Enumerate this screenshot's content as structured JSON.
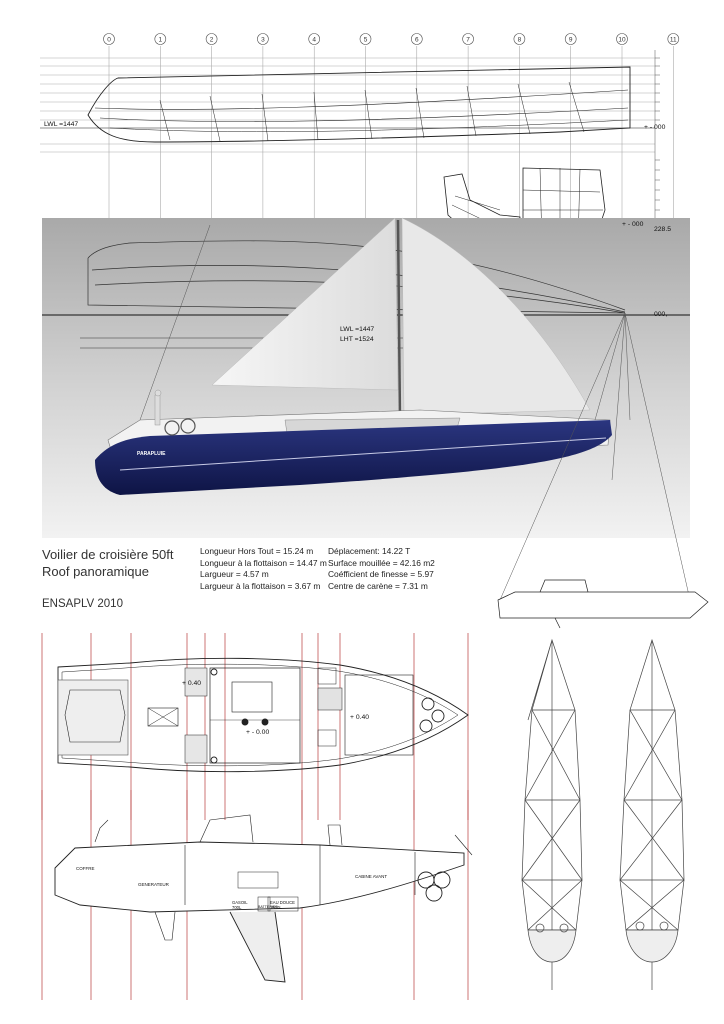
{
  "project": {
    "title_line1": "Voilier de croisière 50ft",
    "title_line2": "Roof panoramique",
    "school": "ENSAPLV 2010"
  },
  "specs_left": [
    "Longueur Hors Tout = 15.24 m",
    "Longueur à la flottaison = 14.47 m",
    "Largueur = 4.57 m",
    "Largueur à la flottaison = 3.67 m"
  ],
  "specs_right": [
    "Déplacement:  14.22 T",
    "Surface mouillée = 42.16 m2",
    "Coéfficient de finesse = 5.97",
    "Centre de carène  = 7.31 m"
  ],
  "station_numbers": [
    "0",
    "1",
    "2",
    "3",
    "4",
    "5",
    "6",
    "7",
    "8",
    "9",
    "10",
    "11"
  ],
  "lines_plan": {
    "lwl_label": "LWL =1447",
    "datum_label": "+ - 000",
    "datum_label_2": "000,",
    "section_mark": "228.5",
    "render_lwl": "LWL =1447",
    "render_lht": "LHT =1524"
  },
  "boat_name": "PARAPLUIE",
  "deck_plan": {
    "levels": [
      "+ 0.40",
      "+ - 0.00",
      "+ 0.40"
    ]
  },
  "interior_profile": {
    "labels": [
      "COFFRE",
      "GENERATEUR",
      "GASOIL 700L",
      "BATTERIES",
      "EAU DOUCE 1500L",
      "CABINE AVANT"
    ]
  },
  "colors": {
    "hull_blue": "#1a2466",
    "grid_red": "#b83a3a",
    "render_gray": "#c9c9c9",
    "line": "#222222"
  }
}
